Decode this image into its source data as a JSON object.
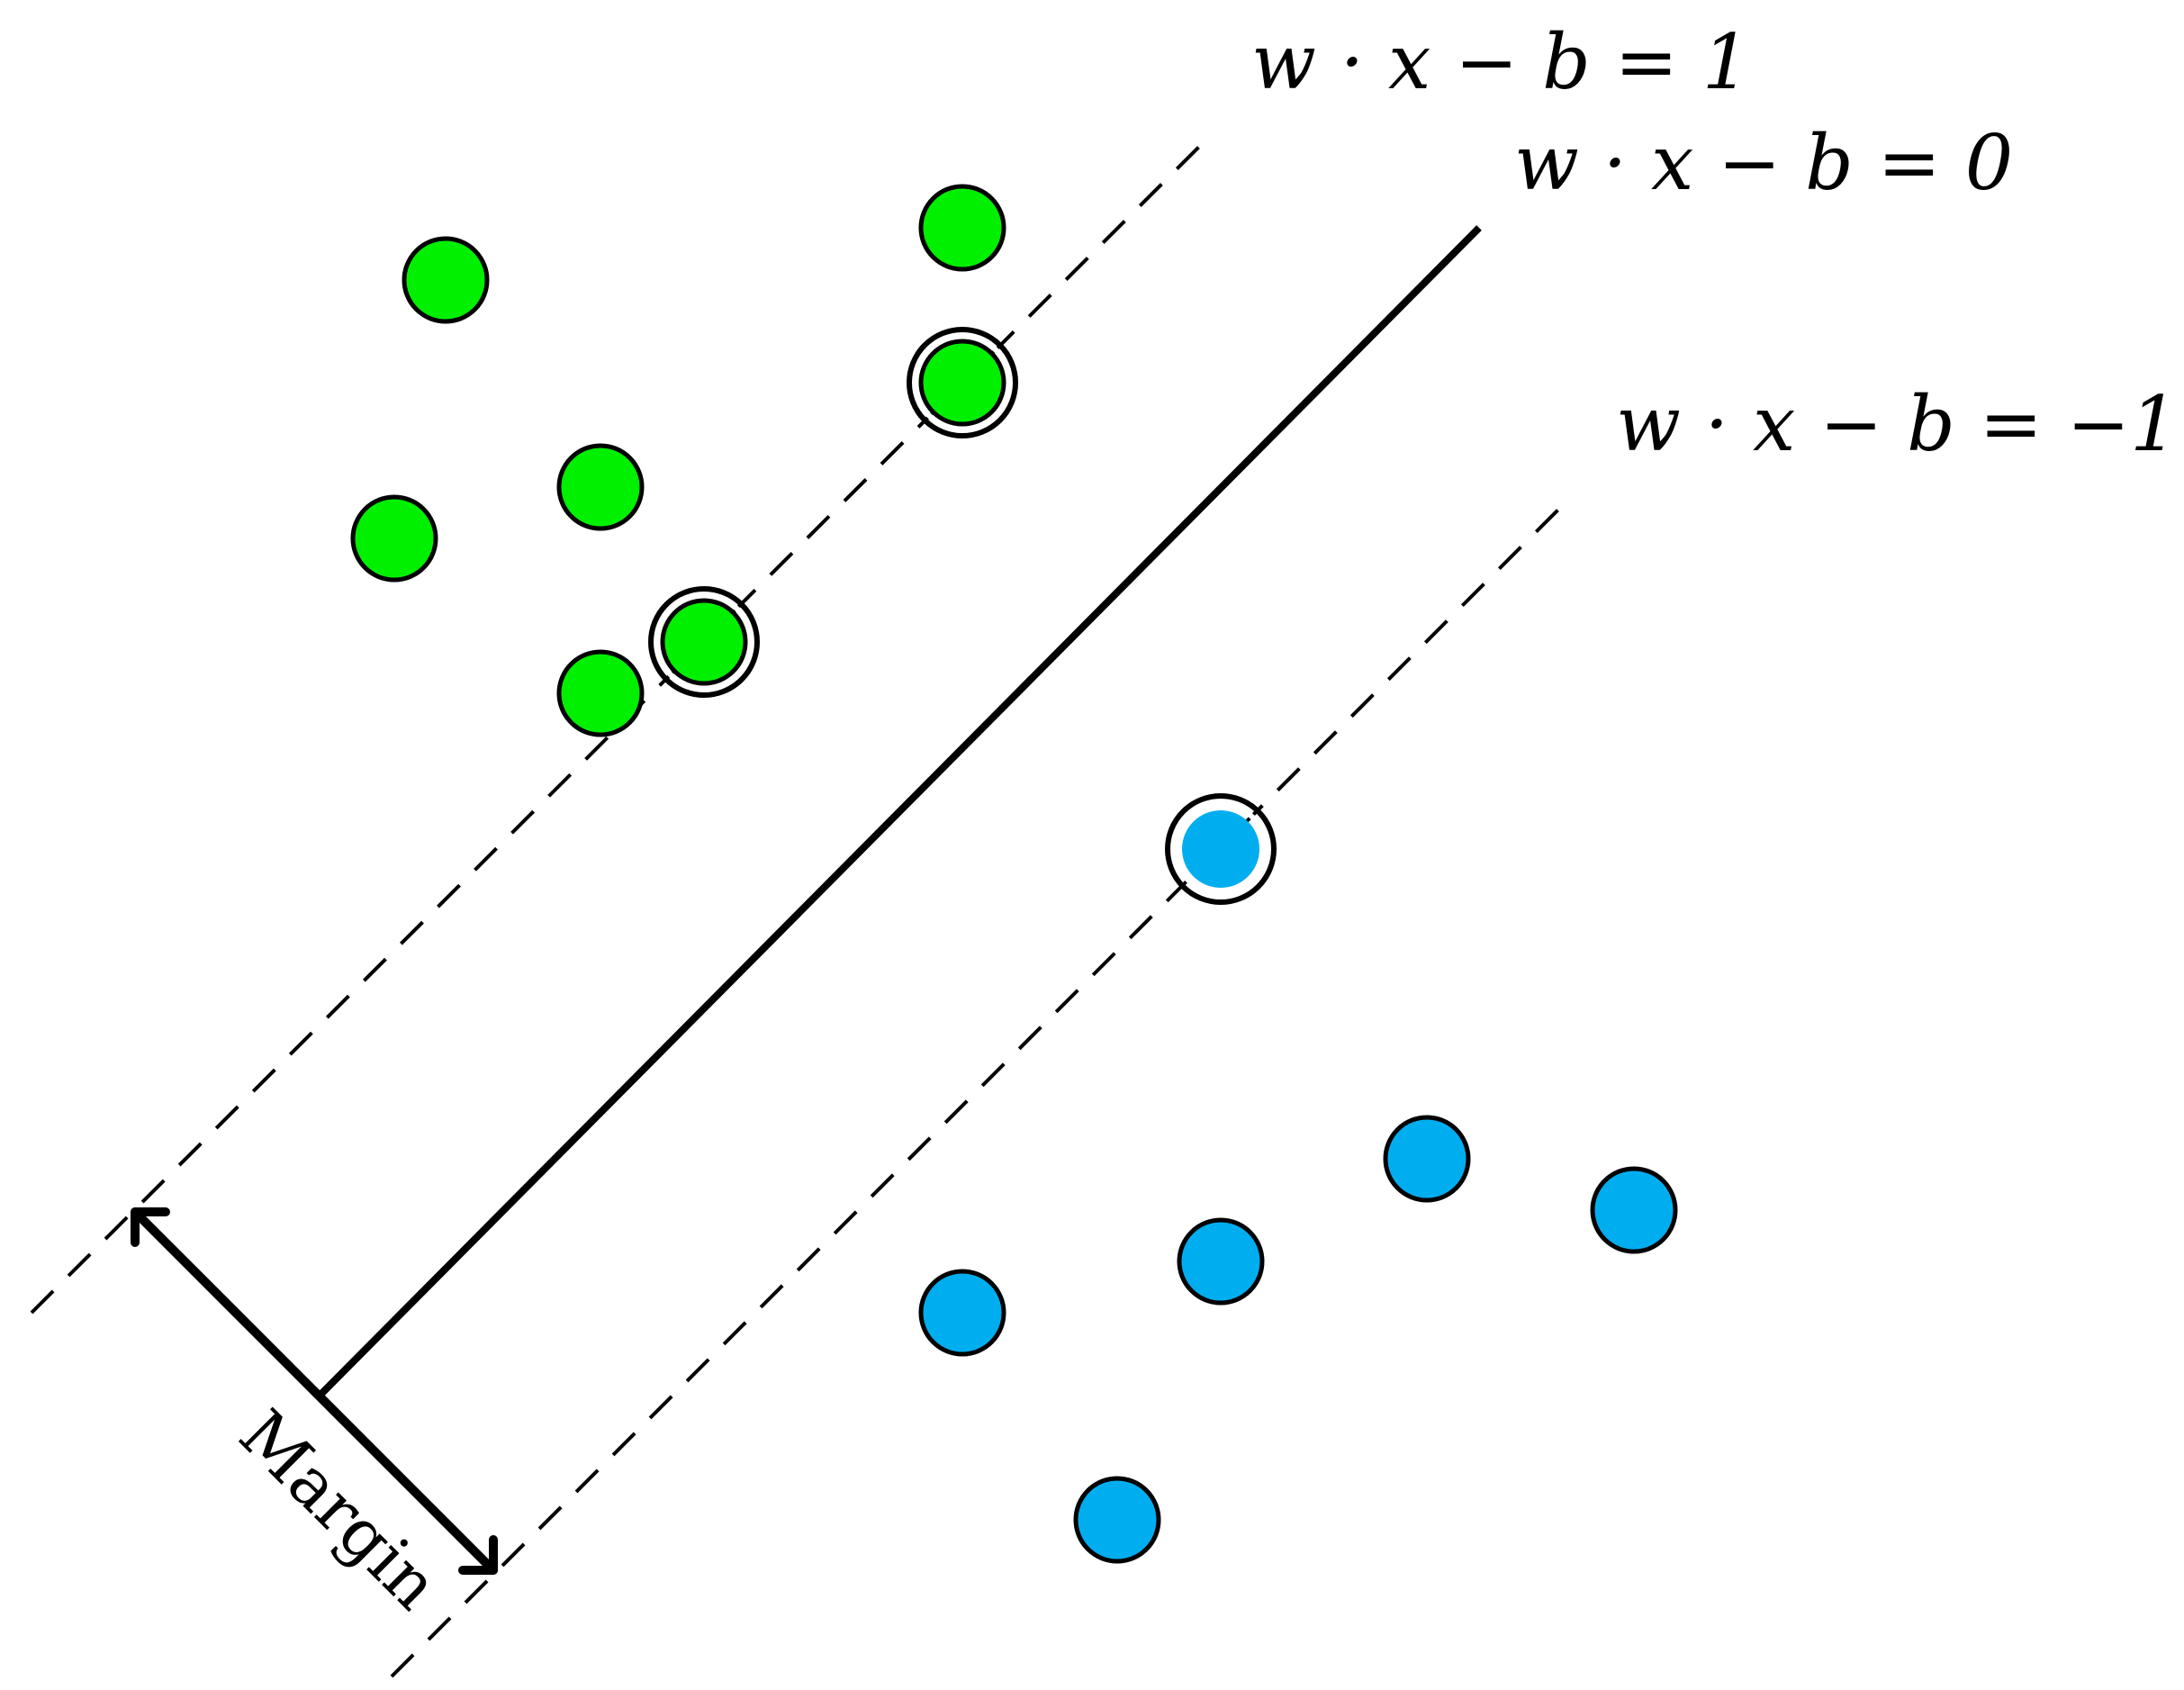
{
  "labels": {
    "positive_hyperplane": "w · x − b = 1",
    "decision_boundary": "w · x − b = 0",
    "negative_hyperplane": "w · x − b = −1",
    "margin": "Margin"
  },
  "colors": {
    "class_a": "#00f000",
    "class_b": "#00aeef",
    "line": "#000000"
  }
}
